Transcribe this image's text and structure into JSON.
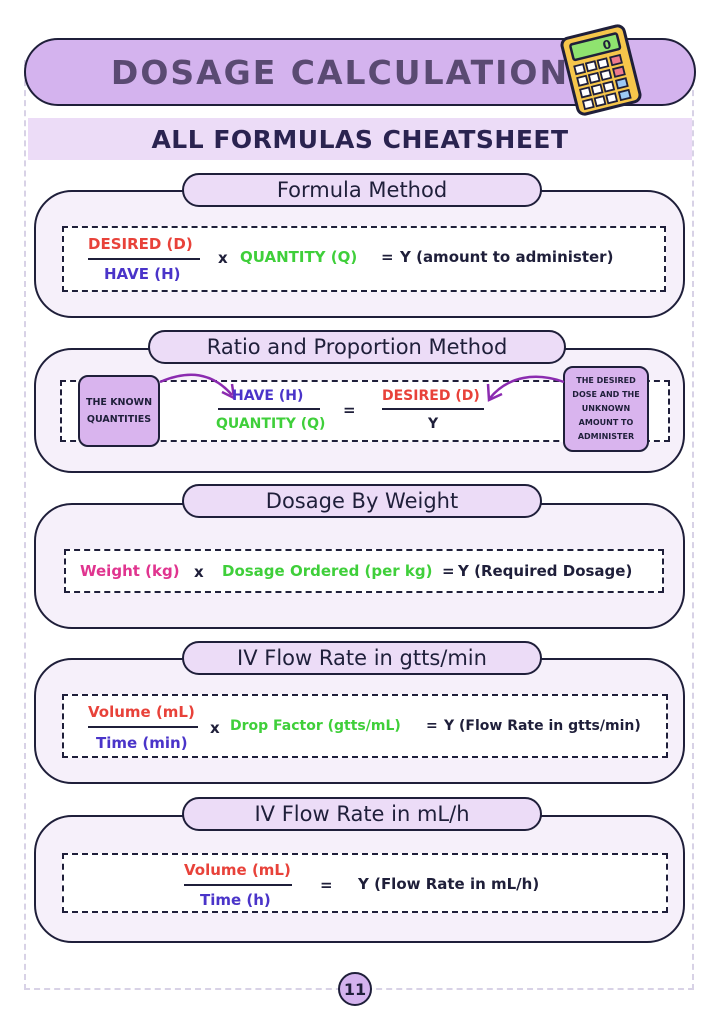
{
  "header": {
    "title": "DOSAGE CALCULATION",
    "subtitle": "ALL FORMULAS CHEATSHEET",
    "calculator_display": "0"
  },
  "formula_method": {
    "heading": "Formula Method",
    "numerator": "DESIRED (D)",
    "denominator": "HAVE (H)",
    "times": "x",
    "factor": "QUANTITY (Q)",
    "equals": "=",
    "result": "Y (amount to administer)"
  },
  "ratio_method": {
    "heading": "Ratio and Proportion Method",
    "left_numerator": "HAVE (H)",
    "left_denominator": "QUANTITY (Q)",
    "equals": "=",
    "right_numerator": "DESIRED (D)",
    "right_denominator": "Y",
    "note_left": "THE KNOWN QUANTITIES",
    "note_right": "THE DESIRED DOSE AND THE UNKNOWN AMOUNT TO ADMINISTER"
  },
  "weight_method": {
    "heading": "Dosage By Weight",
    "term1": "Weight (kg)",
    "times": "x",
    "term2": "Dosage Ordered (per kg)",
    "equals": "=",
    "result": "Y (Required Dosage)"
  },
  "iv_gtts": {
    "heading": "IV Flow Rate in gtts/min",
    "numerator": "Volume (mL)",
    "denominator": "Time (min)",
    "times": "x",
    "factor": "Drop Factor (gtts/mL)",
    "equals": "=",
    "result": "Y (Flow Rate in gtts/min)"
  },
  "iv_ml": {
    "heading": "IV Flow Rate in mL/h",
    "numerator": "Volume (mL)",
    "denominator": "Time (h)",
    "equals": "=",
    "result": "Y (Flow Rate in mL/h)"
  },
  "footer": {
    "page_number": "11"
  },
  "colors": {
    "accent_purple": "#d4b3ee",
    "light_purple": "#ecdcf7",
    "red": "#e8423a",
    "blue": "#4a34c9",
    "green": "#3fcf3a",
    "pink": "#e0348f"
  }
}
